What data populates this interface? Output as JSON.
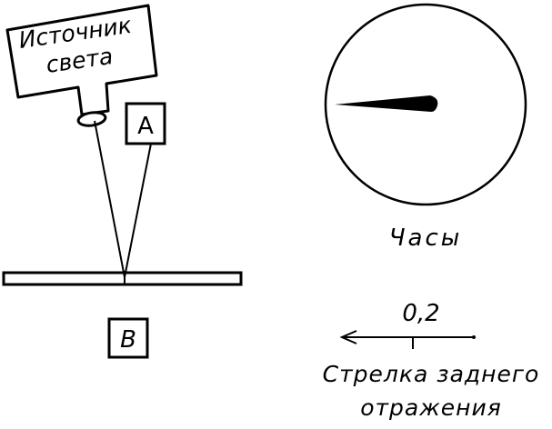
{
  "diagram": {
    "light_source": {
      "label_line1": "Источник",
      "label_line2": "света"
    },
    "box_a": {
      "label": "A"
    },
    "box_b": {
      "label": "B"
    },
    "clock": {
      "label": "Часы"
    },
    "back_reflection_arrow": {
      "value": "0,2",
      "label_line1": "Стрелка заднего",
      "label_line2": "отражения"
    },
    "colors": {
      "ink": "#000000",
      "background": "#ffffff"
    }
  }
}
